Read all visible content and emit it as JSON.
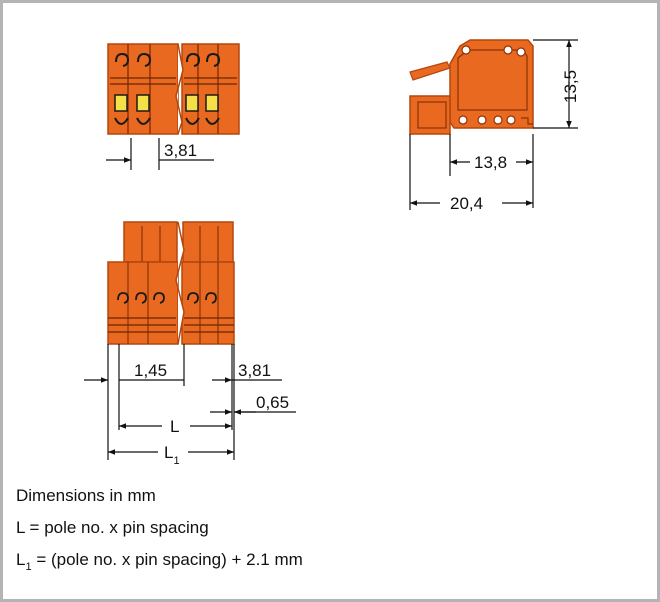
{
  "colors": {
    "body": "#e8691f",
    "body_dark": "#b4470e",
    "latch": "#f6e04a",
    "line": "#111111",
    "border": "#b4b4b4"
  },
  "top_view": {
    "pitch": "3,81"
  },
  "side_view": {
    "height": "13,5",
    "depth": "13,8",
    "length": "20,4"
  },
  "front_view": {
    "offset": "1,45",
    "pitch": "3,81",
    "gap": "0,65",
    "label_L": "L",
    "label_L1_main": "L",
    "label_L1_sub": "1"
  },
  "notes": {
    "line1": "Dimensions in mm",
    "line2": "L = pole no. x pin spacing",
    "line3_L": "L",
    "line3_sub": "1",
    "line3_rest": " = (pole no. x pin spacing) + 2.1 mm"
  }
}
